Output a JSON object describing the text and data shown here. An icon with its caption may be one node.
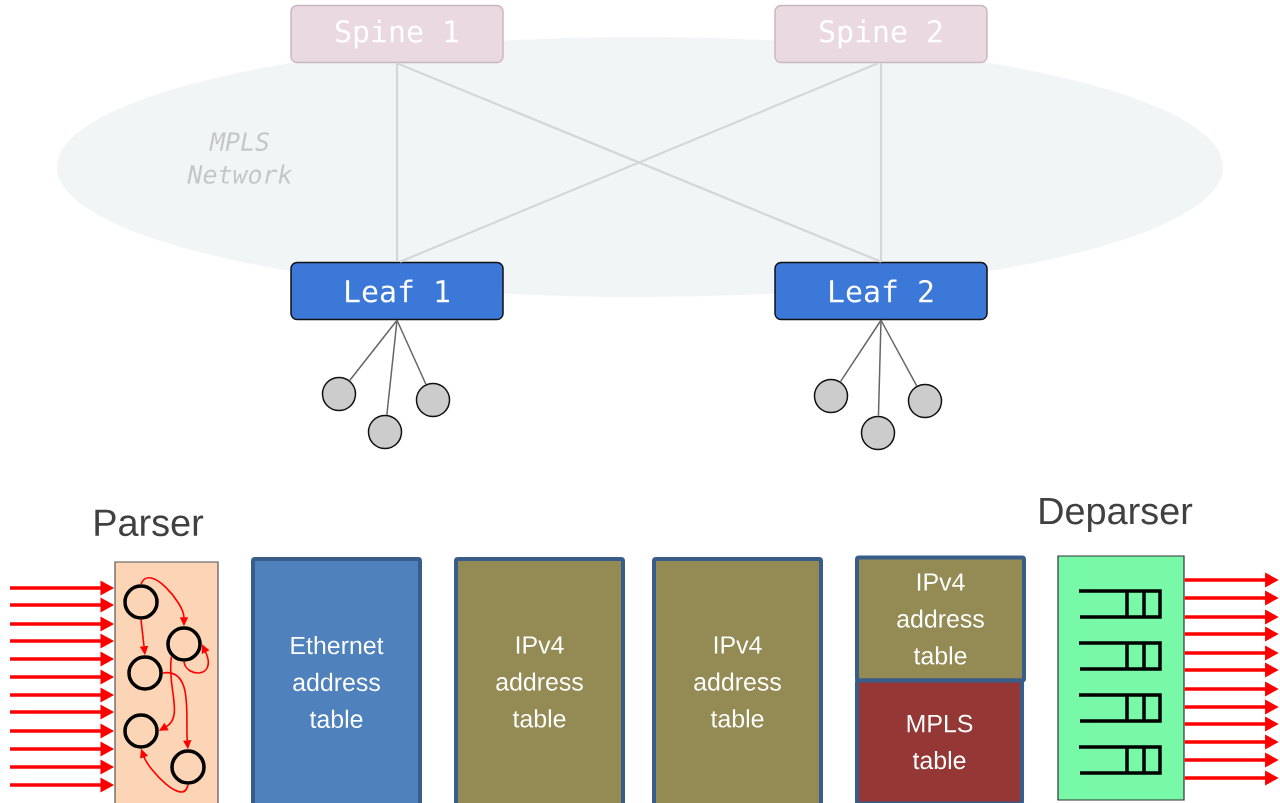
{
  "diagram": {
    "nodes": [
      {
        "text": [
          "Spine 1"
        ]
      },
      {
        "text": [
          "Spine 2"
        ]
      },
      {
        "text": [
          "Leaf 1"
        ]
      },
      {
        "text": [
          "Leaf 2"
        ]
      },
      {
        "text": [],
        "shape": "circle"
      },
      {
        "text": [],
        "shape": "circle"
      },
      {
        "text": [],
        "shape": "circle"
      },
      {
        "text": [],
        "shape": "circle"
      },
      {
        "text": [],
        "shape": "circle"
      },
      {
        "text": [],
        "shape": "circle"
      },
      {
        "text": [
          "Parser"
        ]
      },
      {
        "text": [],
        "shape": "circle",
        "in": 10
      },
      {
        "text": [],
        "shape": "circle",
        "in": 10
      },
      {
        "text": [],
        "shape": "circle",
        "in": 10
      },
      {
        "text": [],
        "shape": "circle",
        "in": 10
      },
      {
        "text": [],
        "shape": "circle",
        "in": 10
      },
      {
        "text": [
          "Ethernet address table"
        ]
      },
      {
        "text": [
          "IPv4 address table"
        ]
      },
      {
        "text": [
          "IPv4 address table"
        ]
      },
      {
        "text": [
          "IPv4 address table"
        ]
      },
      {
        "text": [
          "MPLS table"
        ]
      },
      {
        "text": [
          "Deparser"
        ]
      }
    ],
    "edges": [
      {
        "from": 0,
        "to": 2,
        "arrow": "none",
        "color": "#d4d6d8"
      },
      {
        "from": 0,
        "to": 3,
        "arrow": "none",
        "color": "#d4d6d8"
      },
      {
        "from": 1,
        "to": 2,
        "arrow": "none",
        "color": "#d4d6d8"
      },
      {
        "from": 1,
        "to": 3,
        "arrow": "none",
        "color": "#d4d6d8"
      },
      {
        "from": 2,
        "to": 4,
        "arrow": "none",
        "color": "#666666"
      },
      {
        "from": 2,
        "to": 5,
        "arrow": "none",
        "color": "#666666"
      },
      {
        "from": 2,
        "to": 6,
        "arrow": "none",
        "color": "#666666"
      },
      {
        "from": 3,
        "to": 7,
        "arrow": "none",
        "color": "#666666"
      },
      {
        "from": 3,
        "to": 8,
        "arrow": "none",
        "color": "#666666"
      },
      {
        "from": 3,
        "to": 9,
        "arrow": "none",
        "color": "#666666"
      },
      {
        "from": 11,
        "to": 12,
        "arrow": "to"
      },
      {
        "from": 11,
        "to": 13,
        "arrow": "to"
      },
      {
        "from": 12,
        "to": 12,
        "arrow": "to"
      },
      {
        "from": 12,
        "to": 14,
        "arrow": "to"
      },
      {
        "from": 13,
        "to": 15,
        "arrow": "to"
      },
      {
        "from": 15,
        "to": 14,
        "arrow": "to"
      },
      {
        "from": null,
        "to": 10,
        "arrow": "to"
      },
      {
        "from": null,
        "to": 10,
        "arrow": "to"
      },
      {
        "from": null,
        "to": 10,
        "arrow": "to"
      },
      {
        "from": null,
        "to": 10,
        "arrow": "to"
      },
      {
        "from": null,
        "to": 10,
        "arrow": "to"
      },
      {
        "from": null,
        "to": 10,
        "arrow": "to"
      },
      {
        "from": null,
        "to": 10,
        "arrow": "to"
      },
      {
        "from": null,
        "to": 10,
        "arrow": "to"
      },
      {
        "from": null,
        "to": 10,
        "arrow": "to"
      },
      {
        "from": null,
        "to": 10,
        "arrow": "to"
      },
      {
        "from": null,
        "to": 10,
        "arrow": "to"
      },
      {
        "from": null,
        "to": 10,
        "arrow": "to"
      },
      {
        "from": 21,
        "to": null,
        "arrow": "to"
      },
      {
        "from": 21,
        "to": null,
        "arrow": "to"
      },
      {
        "from": 21,
        "to": null,
        "arrow": "to"
      },
      {
        "from": 21,
        "to": null,
        "arrow": "to"
      },
      {
        "from": 21,
        "to": null,
        "arrow": "to"
      },
      {
        "from": 21,
        "to": null,
        "arrow": "to"
      },
      {
        "from": 21,
        "to": null,
        "arrow": "to"
      },
      {
        "from": 21,
        "to": null,
        "arrow": "to"
      },
      {
        "from": 21,
        "to": null,
        "arrow": "to"
      },
      {
        "from": 21,
        "to": null,
        "arrow": "to"
      },
      {
        "from": 21,
        "to": null,
        "arrow": "to"
      },
      {
        "from": 21,
        "to": null,
        "arrow": "to"
      }
    ],
    "labels": [
      "MPLS Network"
    ]
  }
}
